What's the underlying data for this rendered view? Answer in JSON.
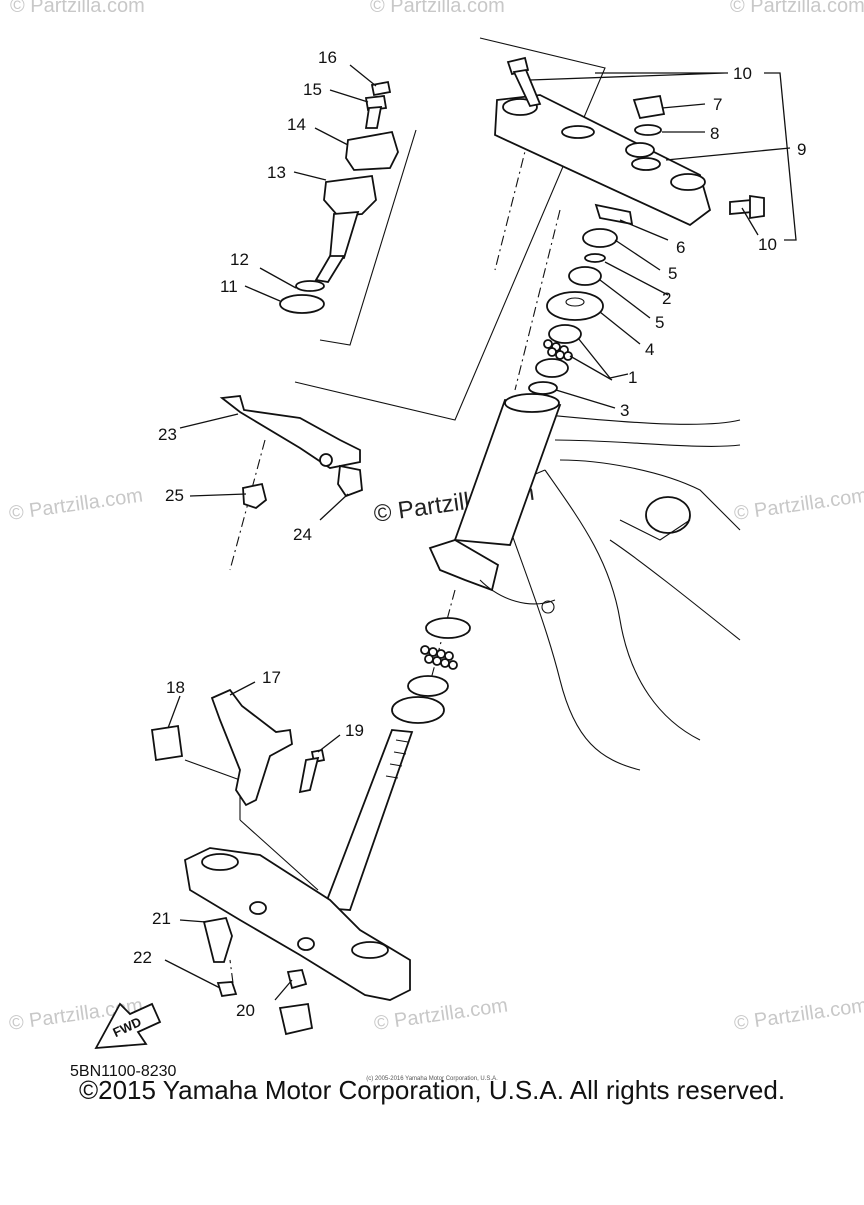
{
  "callouts": [
    "1",
    "2",
    "3",
    "4",
    "5",
    "5",
    "6",
    "7",
    "8",
    "9",
    "10",
    "10",
    "11",
    "12",
    "13",
    "14",
    "15",
    "16",
    "17",
    "18",
    "19",
    "20",
    "21",
    "22",
    "23",
    "24",
    "25"
  ],
  "diagram_code": "5BN1100-8230",
  "fwd_label": "FWD",
  "watermark_main": "© Partzilla.com",
  "watermark_faint": "© Partzilla.com",
  "footer": "©2015 Yamaha Motor Corporation, U.S.A. All rights reserved.",
  "tiny_notice": "(c) 2005-2016 Yamaha Motor Corporation, U.S.A."
}
